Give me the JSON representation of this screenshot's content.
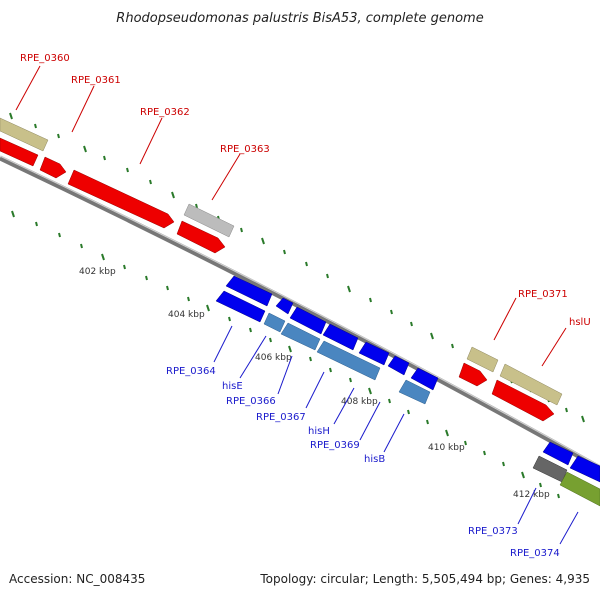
{
  "title": "Rhodopseudomonas palustris BisA53, complete genome",
  "footer": {
    "accession": "Accession: NC_008435",
    "topology": "Topology: circular; Length: 5,505,494 bp; Genes: 4,935"
  },
  "scale_ticks": [
    "402 kbp",
    "404 kbp",
    "406 kbp",
    "408 kbp",
    "410 kbp",
    "412 kbp"
  ],
  "gene_labels_forward": [
    "RPE_0360",
    "RPE_0361",
    "RPE_0362",
    "RPE_0363",
    "RPE_0371",
    "hslU"
  ],
  "gene_labels_reverse": [
    "RPE_0364",
    "hisE",
    "RPE_0366",
    "RPE_0367",
    "hisH",
    "RPE_0369",
    "hisB",
    "RPE_0373",
    "RPE_0374"
  ],
  "colors": {
    "forward_cds": "#ee0000",
    "reverse_cds": "#0000ee",
    "his_operon": "#4a86c0",
    "rna_or_other": "#c8c08a",
    "grey_feature": "#b8b8b8",
    "dark_grey_feature": "#666666",
    "olive_feature": "#77a030",
    "backbone": "#888888",
    "tick_mark": "#2a7a2a"
  }
}
